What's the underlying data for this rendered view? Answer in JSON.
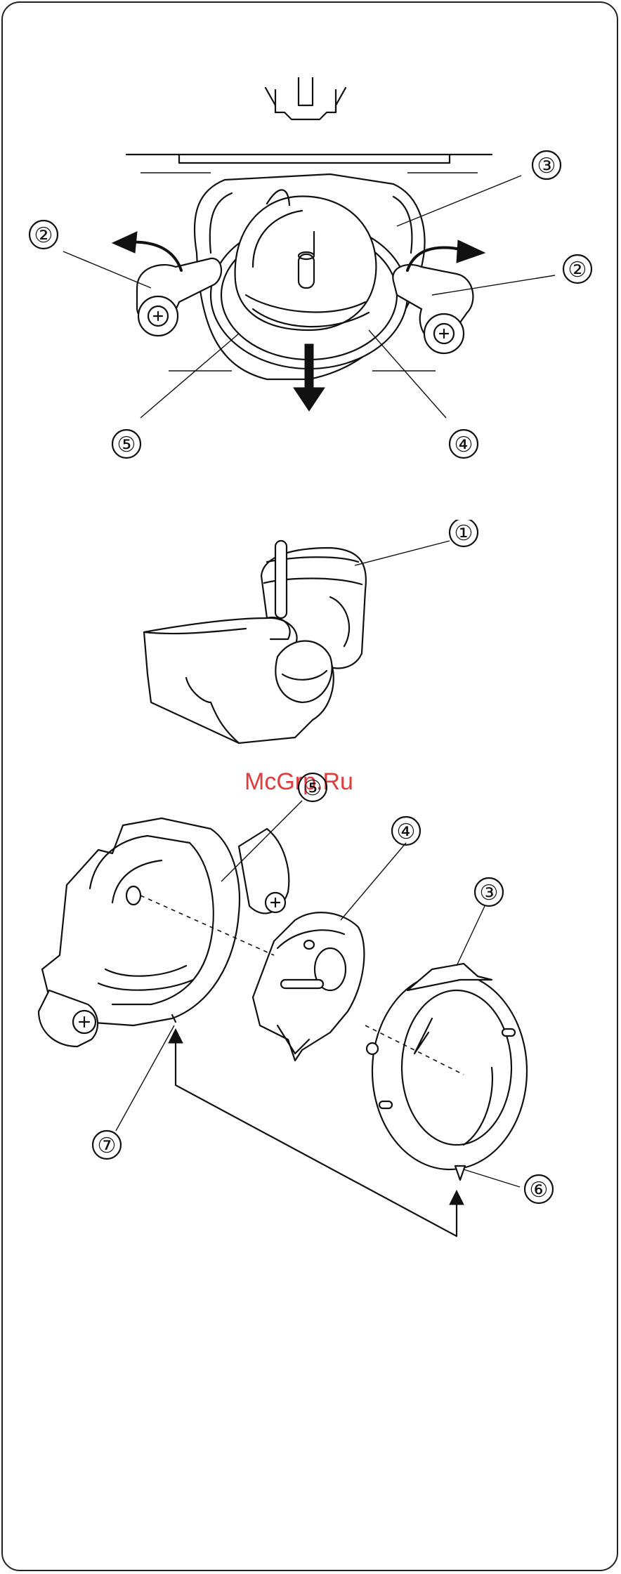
{
  "callouts": {
    "top": [
      "③",
      "②",
      "②",
      "⑤",
      "④"
    ],
    "middle": [
      "①"
    ],
    "bottom": [
      "⑤",
      "④",
      "③",
      "⑦",
      "⑥"
    ]
  },
  "watermark": "McGrp.Ru"
}
